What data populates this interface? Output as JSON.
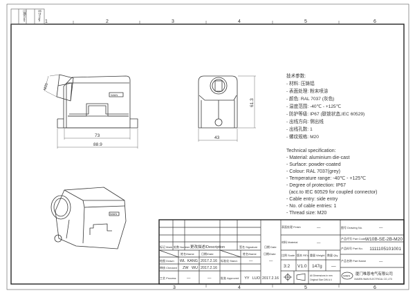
{
  "sheet": {
    "zones": [
      "1",
      "2",
      "3",
      "4",
      "5",
      "6"
    ],
    "corner_box": {
      "label_1": "日期/Date",
      "label_2": "签字/Sign."
    }
  },
  "views": {
    "side_view": {
      "thread_label": "M20",
      "dim_inner": "73",
      "dim_outer": "88.9",
      "logo": "WAIN"
    },
    "front_view": {
      "dim_height": "61.3",
      "dim_width": "43"
    },
    "iso_view": {
      "logo": "WAIN"
    }
  },
  "notes": {
    "cn_title": "技术参数:",
    "cn_items": [
      "- 材料: 压铸铝",
      "- 表面处理: 粉末喷涂",
      "- 颜色: RAL 7037 (灰色)",
      "- 温度范围: -40℃ - +125℃",
      "- 防护等级: IP67 (联锁状态,IEC 60529)",
      "- 出线方向: 侧出线",
      "- 出线孔数: 1",
      "- 螺纹规格: M20"
    ],
    "en_title": "Technical specification:",
    "en_items": [
      "- Material: aluminium die-cast",
      "- Surface: powder-coated",
      "- Colour: RAL 7037(grey)",
      "- Temperature range: -40℃ - +125℃",
      "- Degree of protection: IP67",
      "  (acc.to IEC 60529 for coupled connector)",
      "- Cable entry: side entry",
      "- No. of cable entries: 1",
      "- Thread size: M20"
    ]
  },
  "title_block": {
    "revision_headers": {
      "mark": "标记 Mark",
      "number": "处数 Number",
      "description": "更改描述/Description",
      "signature": "签名 Signature",
      "date": "日期 Date"
    },
    "sign_headers": {
      "name": "姓名/Name",
      "date": "日期/Date",
      "name2": "姓名/Name",
      "date2": "日期/Date"
    },
    "drawn": {
      "label": "绘图 Drawn",
      "name": "WL  KANG",
      "date": "2017.2.16"
    },
    "checked": {
      "label": "审核 Checked",
      "name": "ZW   WU",
      "date": "2017.2.16"
    },
    "process": {
      "label": "工艺 Process",
      "name": "—",
      "date": "—"
    },
    "stand": {
      "label": "标准化 Stand.",
      "name": "—",
      "date": "—"
    },
    "approved": {
      "label": "批准 Approved",
      "name": "YY   LUO",
      "date": "2017.2.16"
    },
    "finish": {
      "label": "表面处理 Finish",
      "value": "—"
    },
    "material": {
      "label": "材料 Material",
      "value": "—"
    },
    "scale": {
      "label": "比例 Scale",
      "value": "3:2"
    },
    "rev": {
      "label": "版本 REV.",
      "value": "V1.0"
    },
    "weight": {
      "label": "重量 Weight",
      "value": "147g"
    },
    "qty": {
      "label": "数量 Qty.",
      "value": "—"
    },
    "dims_note_1": "All Dimensions in mm",
    "dims_note_2": "Original Size DIN A 4",
    "drawing_no": {
      "label": "图号 Drawing No.",
      "value": "—"
    },
    "part_code": {
      "label": "产品代号 Part Code",
      "value": "W10B-SE-2B-M20"
    },
    "part_no": {
      "label": "产品料号 Part No.",
      "value": "1111105101001"
    },
    "part_name": {
      "label": "产品名称 Part Name",
      "value": "—"
    },
    "company": {
      "logo": "WAIN",
      "name_cn": "厦门唯恩电气有限公司",
      "name_en": "XIAMEN WAIN ELECTRICAL CO.,LTD"
    }
  }
}
